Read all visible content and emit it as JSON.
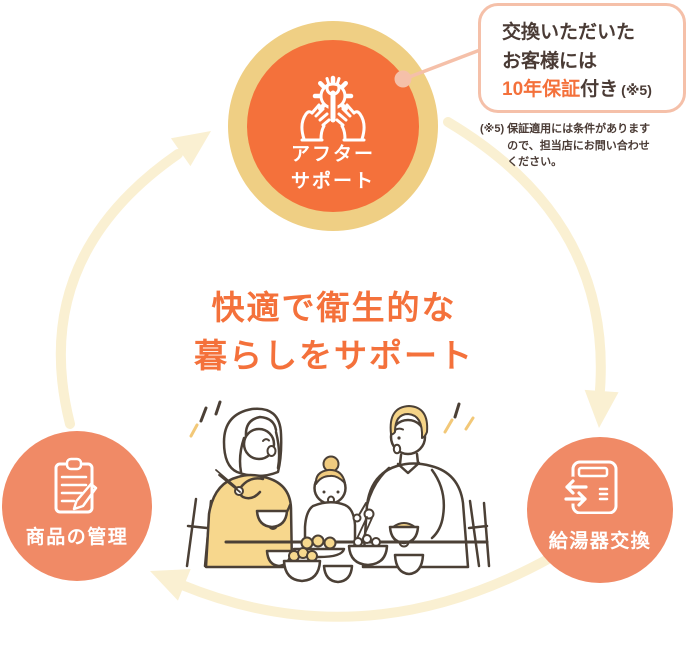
{
  "colors": {
    "main_orange": "#F4713B",
    "salmon_circle": "#F08A66",
    "gold_ring": "#EFCF84",
    "cream_arrow": "#FAF0D2",
    "pink_connector": "#F5C0A9",
    "dark_text": "#4A3B35",
    "illustration_yellow": "#F6D88E"
  },
  "cycle": {
    "center_title": {
      "line1": "快適で衛生的な",
      "line2": "暮らしをサポート"
    },
    "nodes": {
      "after_support": {
        "label_line1": "アフター",
        "label_line2": "サポート",
        "icon": "hands-holding-gear-wrench-icon"
      },
      "heater_exchange": {
        "label": "給湯器交換",
        "icon": "water-heater-swap-icon"
      },
      "product_management": {
        "label": "商品の管理",
        "icon": "clipboard-pencil-icon"
      }
    }
  },
  "callout": {
    "line1": "交換いただいた",
    "line2": "お客様には",
    "highlight": "10年保証",
    "suffix": "付き",
    "ref": "(※5)"
  },
  "footnote": {
    "prefix": "(※5)",
    "line1": "保証適用には条件があります",
    "line2": "ので、担当店にお問い合わせ",
    "line3": "ください。"
  }
}
